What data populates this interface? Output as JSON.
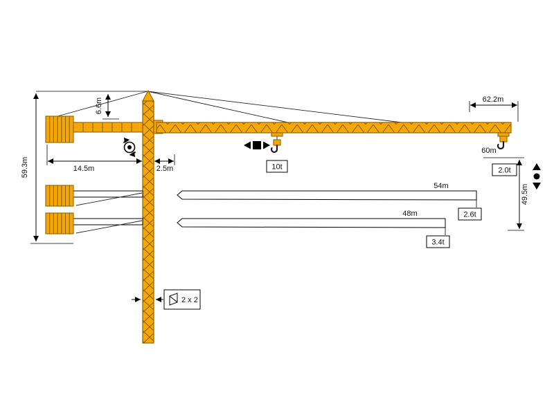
{
  "diagram": {
    "type": "tower-crane-working-range-and-load-diagram",
    "background": "#ffffff",
    "colors": {
      "crane_fill": "#F5A70A",
      "crane_outline": "#8F6400",
      "line": "#000000"
    },
    "dimensions": {
      "max_radius": "62.2m",
      "total_height": "59.3m",
      "tower_top_height": "6.6m",
      "counterjib_radius": "14.5m",
      "rear_radius": "2.5m",
      "hook_height": "49.5m",
      "max_capacity": "10t",
      "mast_section": "2 x 2"
    },
    "jib_configurations": [
      {
        "length": "60m",
        "tip_load": "2.0t"
      },
      {
        "length": "54m",
        "tip_load": "2.6t"
      },
      {
        "length": "48m",
        "tip_load": "3.4t"
      }
    ],
    "icons": {
      "slewing": "slewing-rotation-icon",
      "trolley": "trolley-travel-icon",
      "hoist": "hoisting-icon",
      "mast": "mast-cross-section-icon"
    }
  }
}
